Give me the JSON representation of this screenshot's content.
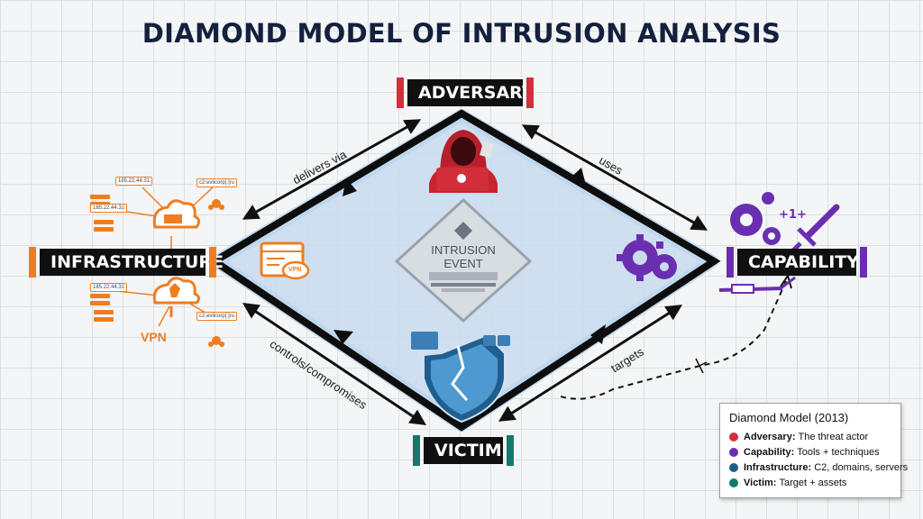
{
  "title": "DIAMOND MODEL OF INTRUSION ANALYSIS",
  "nodes": {
    "adversary": "ADVERSARY",
    "capability": "CAPABILITY",
    "infrastructure": "INFRASTRUCTURE",
    "victim": "VICTIM"
  },
  "edges": {
    "delivers_via": "delivers via",
    "uses": "uses",
    "controls": "controls/compromises",
    "targets": "targets"
  },
  "center": {
    "line1": "INTRUSION",
    "line2": "EVENT"
  },
  "infrastructure_details": {
    "ips": [
      "185.22.44.31",
      "185.22.44.31",
      "185.22.44.31"
    ],
    "domains": [
      "c2.evilcorp[.]ru",
      "c2.evilcorp[.]ru"
    ],
    "vpn": "VPN",
    "vpn_badge": "VPN"
  },
  "legend": {
    "title": "Diamond Model (2013)",
    "items": [
      {
        "name": "Adversary:",
        "desc": "The threat actor",
        "color": "#d32f3a"
      },
      {
        "name": "Capability:",
        "desc": "Tools + techniques",
        "color": "#6a2fb0"
      },
      {
        "name": "Infrastructure:",
        "desc": "C2, domains, servers",
        "color": "#1f5f8f"
      },
      {
        "name": "Victim:",
        "desc": "Target + assets",
        "color": "#137a6b"
      }
    ]
  },
  "colors": {
    "adversary": "#d32f3a",
    "capability": "#6a2fb0",
    "infrastructure": "#ef7d1f",
    "victim": "#137a6b",
    "title": "#14213d",
    "diamond_fill": "#c9dcee"
  },
  "icons": [
    "hooded-hacker-icon",
    "gears-icon",
    "sword-icon",
    "shield-icon",
    "cloud-server-icon",
    "vpn-window-icon",
    "syringe-icon"
  ]
}
